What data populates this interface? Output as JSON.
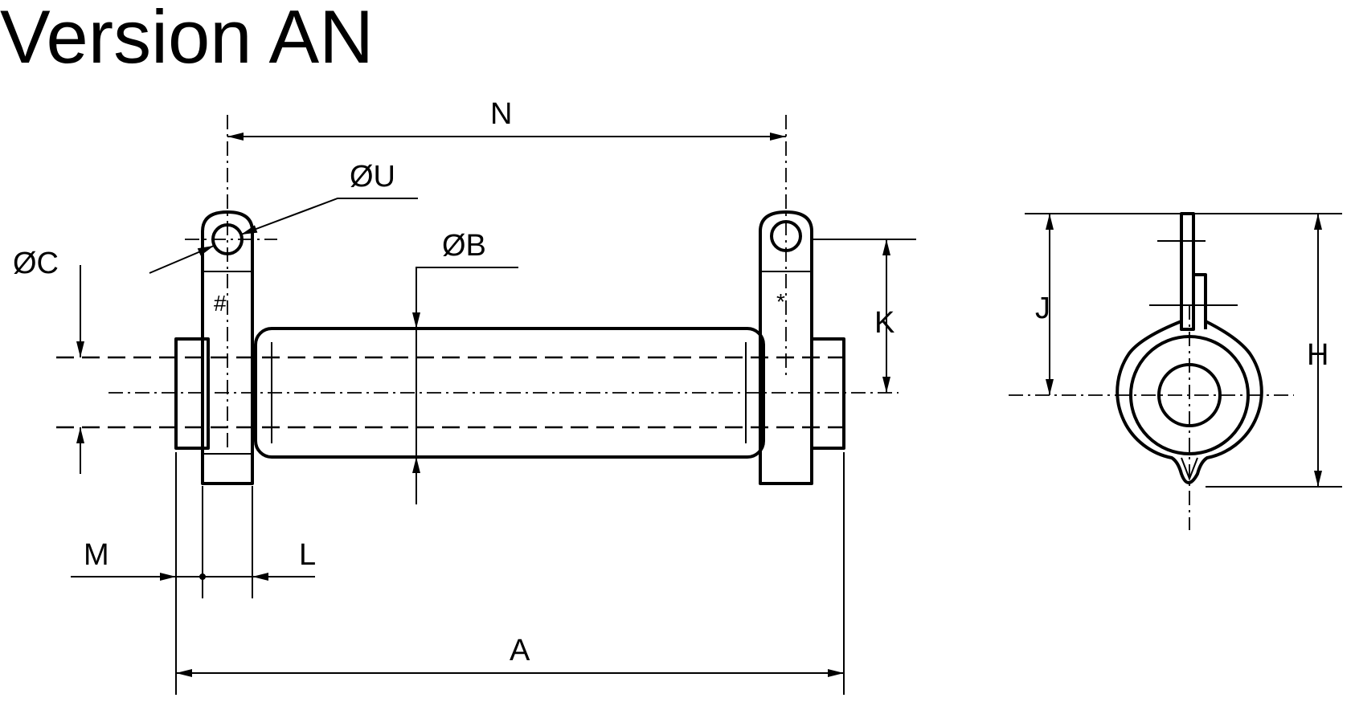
{
  "title": "Version AN",
  "dimensions": {
    "N": "N",
    "U": "ØU",
    "B": "ØB",
    "C": "ØC",
    "K": "K",
    "M": "M",
    "L": "L",
    "A": "A",
    "J": "J",
    "H": "H"
  },
  "colors": {
    "ink": "#000000",
    "paper": "#ffffff"
  }
}
